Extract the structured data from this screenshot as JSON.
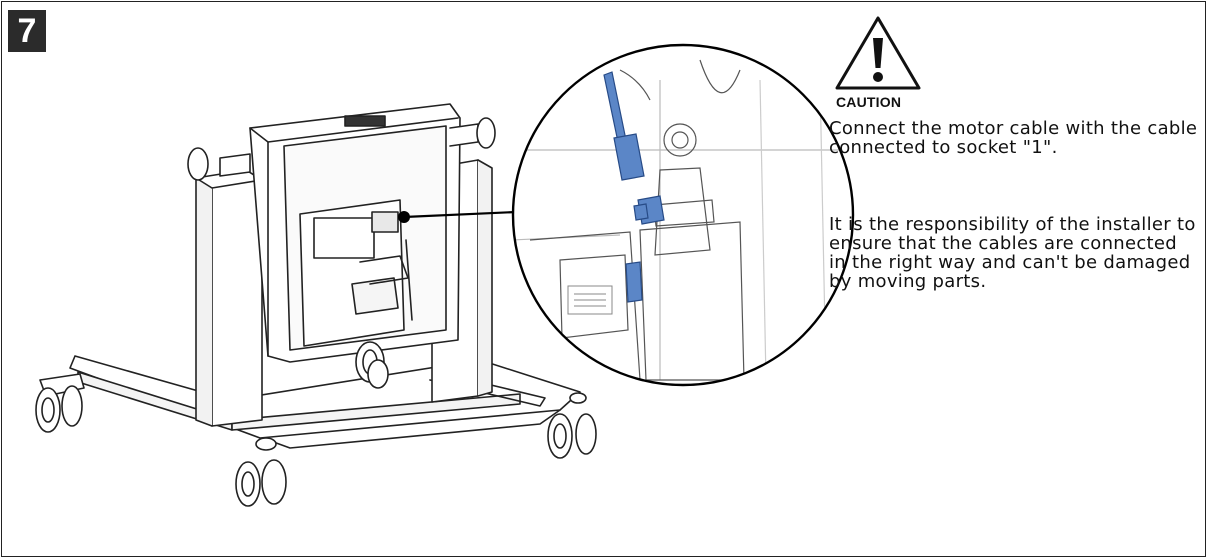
{
  "step": {
    "number": "7"
  },
  "caution": {
    "icon": "warning-triangle-icon",
    "label": "CAUTION"
  },
  "instructions": {
    "p1": "Connect the motor cable with the cable connected to socket \"1\".",
    "p2": "It is the responsibility of the installer to ensure that the cables are connected in the right way and can't be damaged by moving parts."
  },
  "colors": {
    "cable": "#5b86c7",
    "line": "#222222",
    "badge": "#2b2b2b"
  }
}
